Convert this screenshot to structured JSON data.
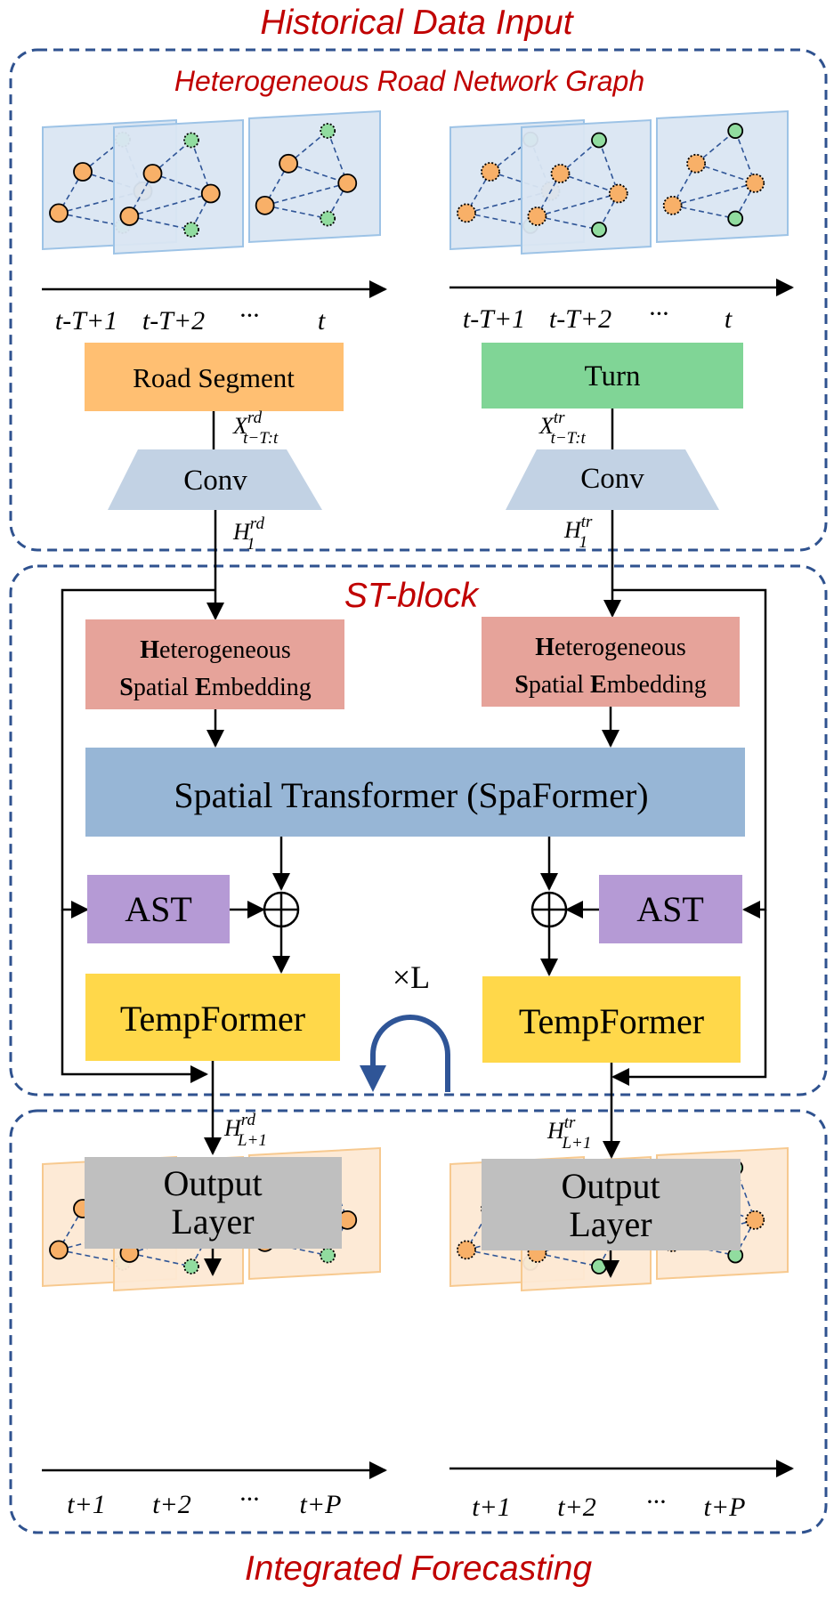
{
  "titles": {
    "top": "Historical Data Input",
    "graph": "Heterogeneous Road Network Graph",
    "st_block": "ST-block",
    "bottom": "Integrated Forecasting"
  },
  "time_labels_input": [
    "t-T+1",
    "t-T+2",
    "···",
    "t"
  ],
  "time_labels_output": [
    "t+1",
    "t+2",
    "···",
    "t+P"
  ],
  "left": {
    "input_label": "Road Segment",
    "conv": "Conv",
    "x_var": "X",
    "x_sup": "rd",
    "x_sub": "t−T:t",
    "h1_var": "H",
    "h1_sup": "rd",
    "h1_sub": "1",
    "hse_line1_a": "H",
    "hse_line1_b": "eterogeneous",
    "hse_line2_a": "S",
    "hse_line2_b": "patial ",
    "hse_line2_c": "E",
    "hse_line2_d": "mbedding",
    "ast": "AST",
    "tempformer": "TempFormer",
    "hl_var": "H",
    "hl_sup": "rd",
    "hl_sub": "L+1",
    "output_line1": "Output",
    "output_line2": "Layer"
  },
  "right": {
    "input_label": "Turn",
    "conv": "Conv",
    "x_var": "X",
    "x_sup": "tr",
    "x_sub": "t−T:t",
    "h1_var": "H",
    "h1_sup": "tr",
    "h1_sub": "1",
    "hse_line1_a": "H",
    "hse_line1_b": "eterogeneous",
    "hse_line2_a": "S",
    "hse_line2_b": "patial ",
    "hse_line2_c": "E",
    "hse_line2_d": "mbedding",
    "ast": "AST",
    "tempformer": "TempFormer",
    "hl_var": "H",
    "hl_sup": "tr",
    "hl_sub": "L+1",
    "output_line1": "Output",
    "output_line2": "Layer"
  },
  "spaformer": "Spatial Transformer (SpaFormer)",
  "loop_label": "×L",
  "colors": {
    "dashed_border": "#2f528f",
    "title_red": "#c00000",
    "road_segment": "#ffbf72",
    "turn": "#80d596",
    "conv": "#c2d2e4",
    "hse": "#e6a39a",
    "spaformer": "#97b6d6",
    "ast": "#b59ad5",
    "tempformer": "#ffd84a",
    "output": "#bfbfbf",
    "graph_panel": "#dae6f2",
    "graph_panel_out": "#fde9d4",
    "node_orange": "#f8b068",
    "node_green": "#91dc9f",
    "loop_arrow": "#2f5597"
  }
}
